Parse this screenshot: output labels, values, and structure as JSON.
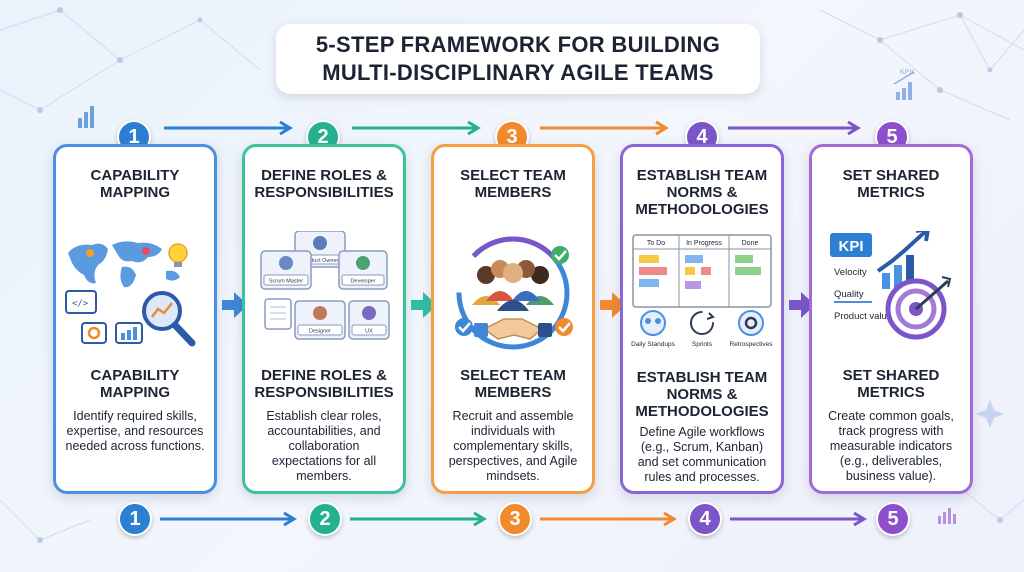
{
  "title": {
    "line1": "5-STEP FRAMEWORK FOR BUILDING",
    "line2": "MULTI-DISCIPLINARY AGILE TEAMS"
  },
  "bg_label": "KPIs",
  "steps": [
    {
      "number": "1",
      "color": "#2d7fd3",
      "heading": "CAPABILITY MAPPING",
      "subheading": "CAPABILITY MAPPING",
      "description": "Identify required skills, expertise, and resources needed across functions.",
      "icons": [
        "world-map-icon",
        "lightbulb-icon",
        "code-icon",
        "gear-icon",
        "chart-icon",
        "magnifier-icon"
      ]
    },
    {
      "number": "2",
      "color": "#25b18f",
      "heading": "DEFINE ROLES & RESPONSIBILITIES",
      "subheading": "DEFINE ROLES & RESPONSIBILITIES",
      "description": "Establish clear roles, accountabilities, and collaboration expectations for all members.",
      "role_cards": [
        "Product Owner",
        "Scrum Master",
        "Developer",
        "Designer",
        "UX"
      ]
    },
    {
      "number": "3",
      "color": "#f08a2c",
      "heading": "SELECT TEAM MEMBERS",
      "subheading": "SELECT TEAM MEMBERS",
      "description": "Recruit and assemble individuals with complementary skills, perspectives, and Agile mindsets.",
      "icons": [
        "team-icon",
        "handshake-icon",
        "checkmark-icon"
      ]
    },
    {
      "number": "4",
      "color": "#7a56c8",
      "heading": "ESTABLISH TEAM NORMS & METHODOLOGIES",
      "subheading": "ESTABLISH TEAM NORMS & METHODOLOGIES",
      "description": "Define Agile workflows (e.g., Scrum, Kanban) and set communication rules and processes.",
      "board_columns": [
        "To Do",
        "In Progress",
        "Done"
      ],
      "rituals": [
        "Daily Standups",
        "Sprints",
        "Retrospectives"
      ]
    },
    {
      "number": "5",
      "color": "#8e4fcf",
      "heading": "SET SHARED METRICS",
      "subheading": "SET SHARED METRICS",
      "description": "Create common goals, track progress with measurable indicators (e.g., deliverables, business value).",
      "kpi_badge": "KPI",
      "metrics": [
        "Velocity",
        "Quality",
        "Product value"
      ]
    }
  ]
}
